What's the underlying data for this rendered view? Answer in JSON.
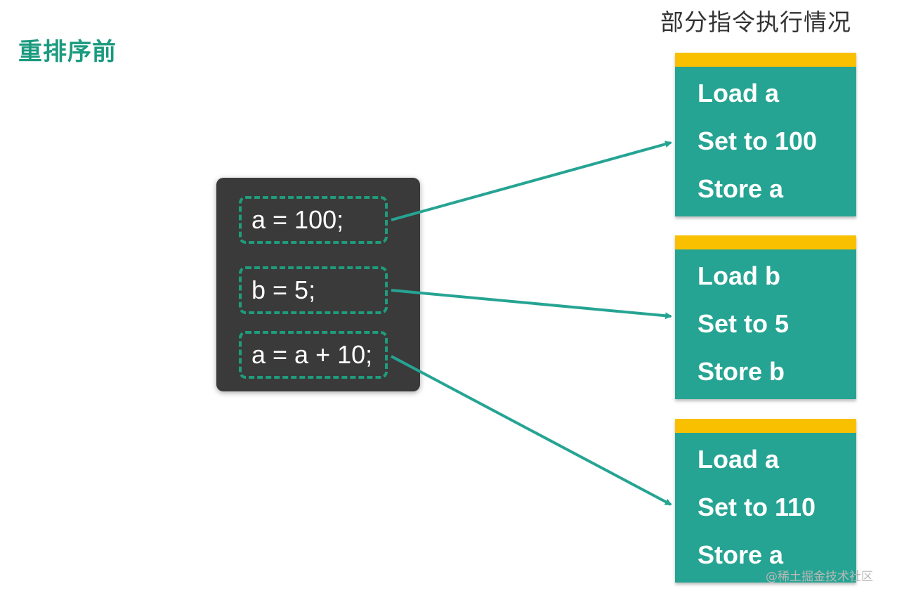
{
  "title": "重排序前",
  "subtitle": "部分指令执行情况",
  "colors": {
    "title": "#1a9a7e",
    "panel_bg": "#3a3a3a",
    "dash_border": "#1f9c7c",
    "box_bg": "#26a493",
    "box_cap": "#f9c000",
    "arrow": "#26a493"
  },
  "code": {
    "lines": [
      "a = 100;",
      "b = 5;",
      "a = a + 10;"
    ]
  },
  "instructions": [
    {
      "ops": [
        "Load a",
        "Set to 100",
        "Store a"
      ]
    },
    {
      "ops": [
        "Load b",
        "Set to 5",
        "Store b"
      ]
    },
    {
      "ops": [
        "Load a",
        "Set to 110",
        "Store a"
      ]
    }
  ],
  "watermark": "@稀土掘金技术社区"
}
